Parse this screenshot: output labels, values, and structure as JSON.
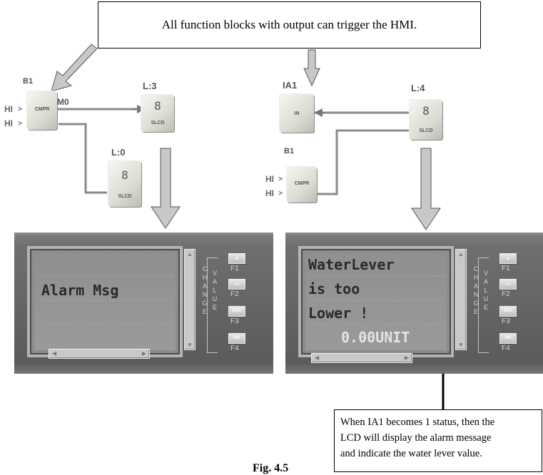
{
  "callouts": {
    "top": "All function blocks with output can trigger the HMI.",
    "bottom": [
      "When IA1 becomes 1 status, then the",
      "LCD will display the alarm message",
      "and indicate the water lever value."
    ]
  },
  "caption": "Fig. 4.5",
  "left_diagram": {
    "cmpr_label": "B1",
    "cmpr_text": "CMPR",
    "cmpr_output": "M0",
    "inputs": [
      "HI",
      "HI"
    ],
    "lcd_a_label": "L:3",
    "lcd_b_label": "L:0",
    "slcd_digit": "8",
    "slcd_text": "SLCD"
  },
  "right_diagram": {
    "in_label": "IA1",
    "in_text": "IN",
    "lcd_label": "L:4",
    "slcd_digit": "8",
    "slcd_text": "SLCD",
    "cmpr_label": "B1",
    "cmpr_text": "CMPR",
    "inputs": [
      "HI",
      "HI"
    ]
  },
  "hmi_left": {
    "lines": [
      "",
      "Alarm Msg",
      "",
      ""
    ]
  },
  "hmi_right": {
    "lines": [
      "WaterLever",
      "is too",
      "Lower !",
      "0.00UNIT"
    ]
  },
  "hmi_controls": {
    "change_text": [
      "C",
      "H",
      "A",
      "N",
      "G",
      "E"
    ],
    "value_text": [
      "V",
      "A",
      "L",
      "U",
      "E"
    ],
    "keys": [
      {
        "symbol": "+",
        "label": "F1"
      },
      {
        "symbol": "—",
        "label": "F2"
      },
      {
        "symbol": "ESC",
        "label": "F3"
      },
      {
        "symbol": "OK",
        "label": "F4"
      }
    ]
  }
}
